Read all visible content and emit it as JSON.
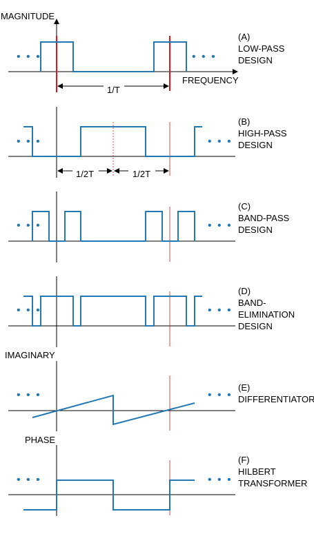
{
  "axes": {
    "magnitude": "MAGNITUDE",
    "frequency": "FREQUENCY",
    "imaginary": "IMAGINARY",
    "phase": "PHASE"
  },
  "dims": {
    "one_over_t": "1/T",
    "half_left": "1/2T",
    "half_right": "1/2T"
  },
  "ellipsis": "• • •",
  "panels": [
    {
      "tag": "(A)",
      "lines": [
        "LOW-PASS",
        "DESIGN"
      ]
    },
    {
      "tag": "(B)",
      "lines": [
        "HIGH-PASS",
        "DESIGN"
      ]
    },
    {
      "tag": "(C)",
      "lines": [
        "BAND-PASS",
        "DESIGN"
      ]
    },
    {
      "tag": "(D)",
      "lines": [
        "BAND-",
        "ELIMINATION",
        "DESIGN"
      ]
    },
    {
      "tag": "(E)",
      "lines": [
        "DIFFERENTIATOR"
      ]
    },
    {
      "tag": "(F)",
      "lines": [
        "HILBERT",
        "TRANSFORMER"
      ]
    }
  ],
  "colors": {
    "signal": "#2277b4",
    "marker": "#e0151b",
    "axis": "#000000"
  }
}
